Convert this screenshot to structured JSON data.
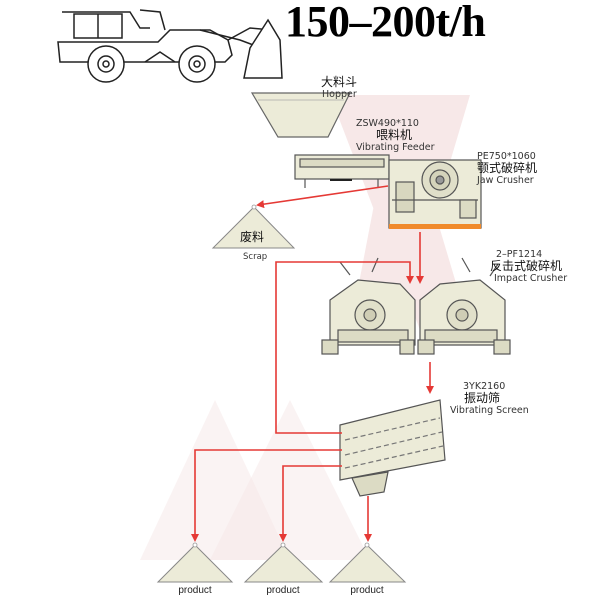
{
  "title": "150–200t/h",
  "colors": {
    "flow_arrow": "#e53935",
    "machine_fill": "#ecebd8",
    "machine_stroke": "#555555",
    "watermark": "#f4e2e2"
  },
  "icons": {
    "loader": "wheel-loader-icon"
  },
  "equipment": {
    "hopper": {
      "cn": "大料斗",
      "en": "Hopper"
    },
    "feeder": {
      "model": "ZSW490*110",
      "cn": "喂料机",
      "en": "Vibrating Feeder"
    },
    "jaw": {
      "model": "PE750*1060",
      "cn": "颚式破碎机",
      "en": "Jaw Crusher"
    },
    "scrap": {
      "inside": "废料",
      "en": "Scrap"
    },
    "impact": {
      "model": "2–PF1214",
      "cn": "反击式破碎机",
      "en": "Impact Crusher"
    },
    "screen": {
      "model": "3YK2160",
      "cn": "振动筛",
      "en": "Vibrating Screen"
    }
  },
  "products": [
    "product",
    "product",
    "product"
  ]
}
